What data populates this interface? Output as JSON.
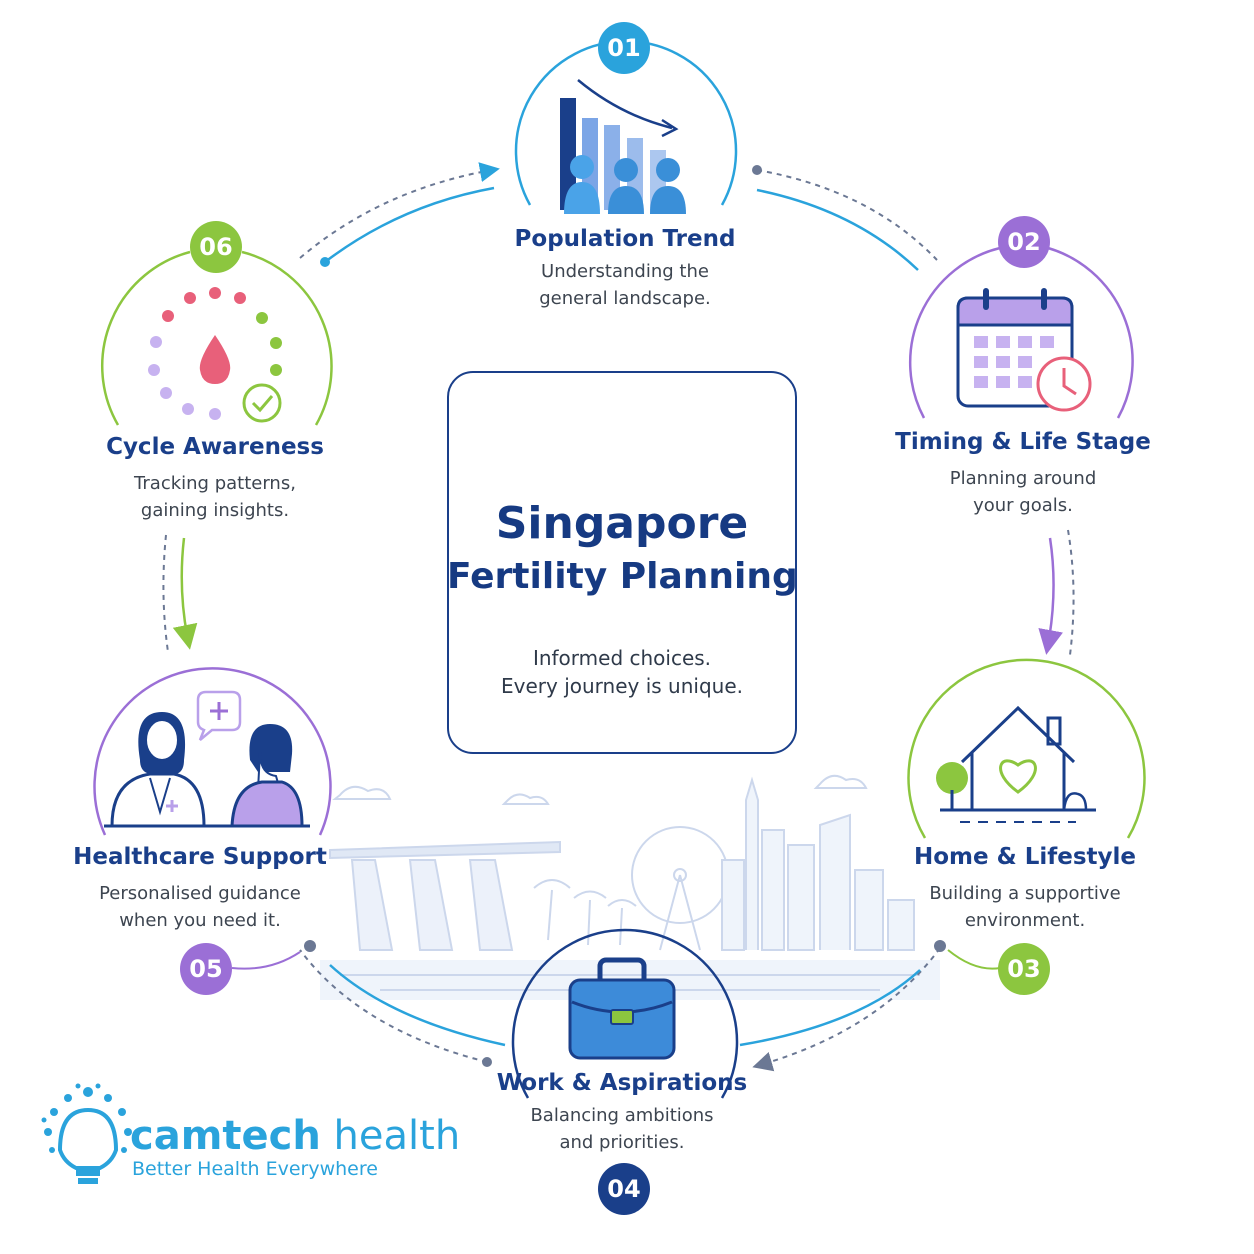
{
  "center": {
    "title_line1": "Singapore",
    "title_line2": "Fertility Planning",
    "subtitle_line1": "Informed choices.",
    "subtitle_line2": "Every journey is unique."
  },
  "steps": [
    {
      "number": "01",
      "title": "Population Trend",
      "desc_line1": "Understanding the",
      "desc_line2": "general landscape.",
      "color": "#2aa3dc"
    },
    {
      "number": "02",
      "title": "Timing & Life Stage",
      "desc_line1": "Planning around",
      "desc_line2": "your goals.",
      "color": "#9b6fd6"
    },
    {
      "number": "03",
      "title": "Home & Lifestyle",
      "desc_line1": "Building a supportive",
      "desc_line2": "environment.",
      "color": "#8cc63f"
    },
    {
      "number": "04",
      "title": "Work & Aspirations",
      "desc_line1": "Balancing ambitions",
      "desc_line2": "and priorities.",
      "color": "#1a3f8a"
    },
    {
      "number": "05",
      "title": "Healthcare Support",
      "desc_line1": "Personalised guidance",
      "desc_line2": "when you need it.",
      "color": "#9b6fd6"
    },
    {
      "number": "06",
      "title": "Cycle Awareness",
      "desc_line1": "Tracking patterns,",
      "desc_line2": "gaining insights.",
      "color": "#8cc63f"
    }
  ],
  "brand": {
    "name_part1": "camtech",
    "name_part2": " health",
    "tagline": "Better Health Everywhere",
    "color": "#2aa3dc"
  },
  "icons": [
    "population-chart-icon",
    "calendar-clock-icon",
    "house-heart-icon",
    "briefcase-icon",
    "doctor-consultation-icon",
    "cycle-drop-icon",
    "couple-heart-icon",
    "small-heart-icon",
    "camtech-bulb-logo"
  ],
  "colors": {
    "navy": "#1a3f8a",
    "blue": "#2aa3dc",
    "purple": "#9b6fd6",
    "green": "#8cc63f",
    "pink": "#e8607a"
  }
}
